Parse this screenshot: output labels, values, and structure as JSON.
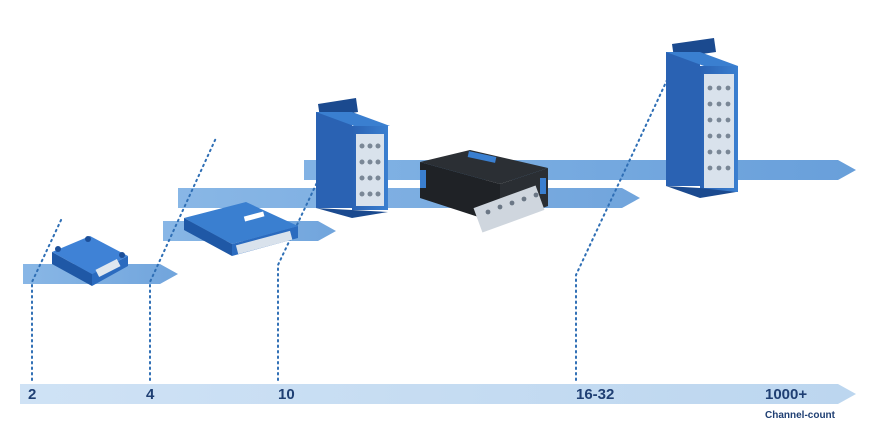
{
  "axis": {
    "caption": "Channel-count",
    "ticks": [
      "2",
      "4",
      "10",
      "16-32",
      "1000+"
    ]
  },
  "colors": {
    "band_light": "#c7ddf2",
    "band_mid": "#9cc4ea",
    "band_strong": "#4f8fd4",
    "device_blue": "#2e6ec4",
    "device_blue_dark": "#1c4f99",
    "case_black": "#1f2226",
    "label_text": "#1f3f73",
    "dotted": "#2f6fb5"
  },
  "devices": [
    {
      "name": "compact-2-channel-device",
      "icon": "small-blue-box"
    },
    {
      "name": "4-channel-device",
      "icon": "flat-blue-box"
    },
    {
      "name": "10-channel-device",
      "icon": "upright-blue-chassis"
    },
    {
      "name": "rugged-case-device",
      "icon": "black-rugged-case"
    },
    {
      "name": "1000-plus-channel-device",
      "icon": "tall-blue-rack"
    }
  ]
}
